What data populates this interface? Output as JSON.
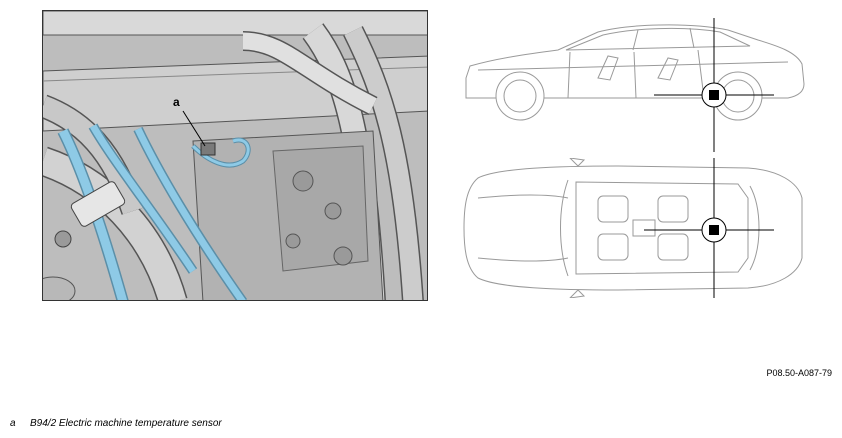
{
  "photo": {
    "callout_letter": "a",
    "hose_color": "#8ecae6"
  },
  "ref_code": "P08.50-A087-79",
  "legend": {
    "key": "a",
    "text": "B94/2 Electric machine temperature sensor"
  }
}
